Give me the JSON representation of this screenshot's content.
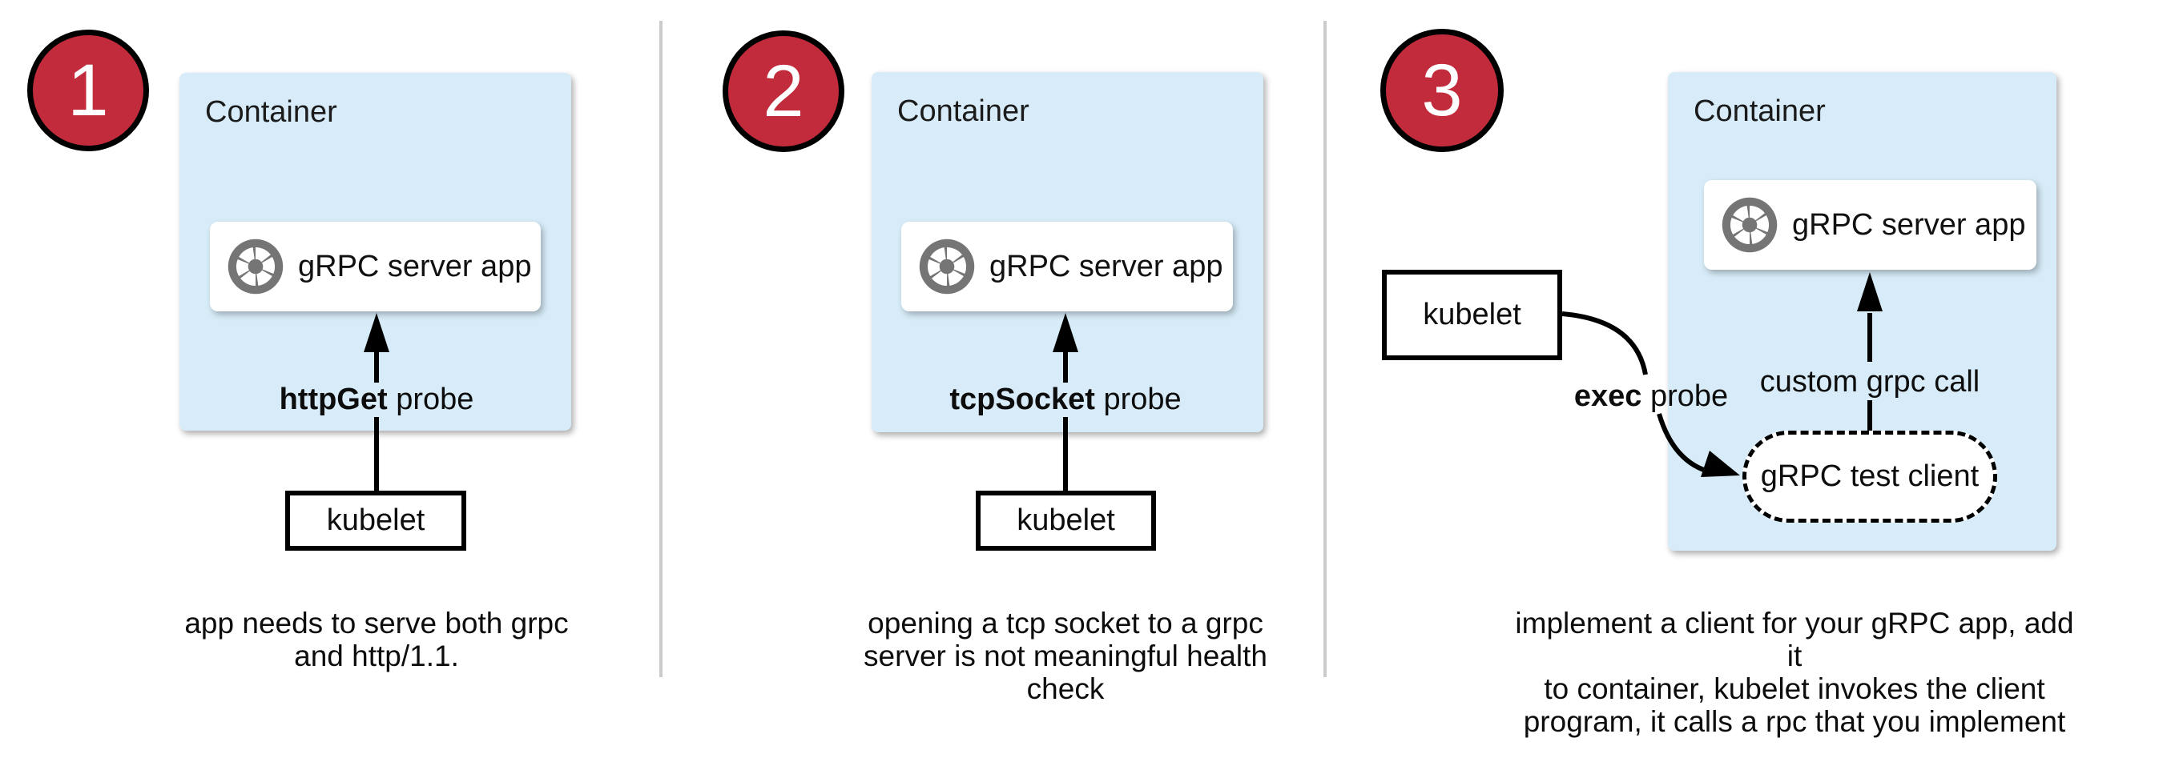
{
  "diagram_title": "gRPC health-check probe options",
  "colors": {
    "container_fill": "#d7ecf8",
    "badge_red": "#c22b3c",
    "icon_gray": "#757575",
    "divider_gray": "#cbcbcb",
    "line_black": "#000000"
  },
  "panels": [
    {
      "badge": "1",
      "container_label": "Container",
      "app_box": {
        "icon": "aperture-icon",
        "label": "gRPC server app"
      },
      "probe": {
        "keyword": "httpGet",
        "rest": " probe"
      },
      "kubelet_label": "kubelet",
      "caption_lines": [
        "app needs to serve both grpc",
        "and http/1.1."
      ]
    },
    {
      "badge": "2",
      "container_label": "Container",
      "app_box": {
        "icon": "aperture-icon",
        "label": "gRPC server app"
      },
      "probe": {
        "keyword": "tcpSocket",
        "rest": " probe"
      },
      "kubelet_label": "kubelet",
      "caption_lines": [
        "opening a tcp socket to a grpc",
        "server is not meaningful health",
        "check"
      ]
    },
    {
      "badge": "3",
      "container_label": "Container",
      "app_box": {
        "icon": "aperture-icon",
        "label": "gRPC server app"
      },
      "probe": {
        "keyword": "exec",
        "rest": " probe"
      },
      "call_label": "custom grpc call",
      "test_client_label": "gRPC test client",
      "kubelet_label": "kubelet",
      "caption_lines": [
        "implement a client for your gRPC app, add it",
        "to container, kubelet invokes the client",
        "program, it calls a rpc that you implement"
      ]
    }
  ]
}
